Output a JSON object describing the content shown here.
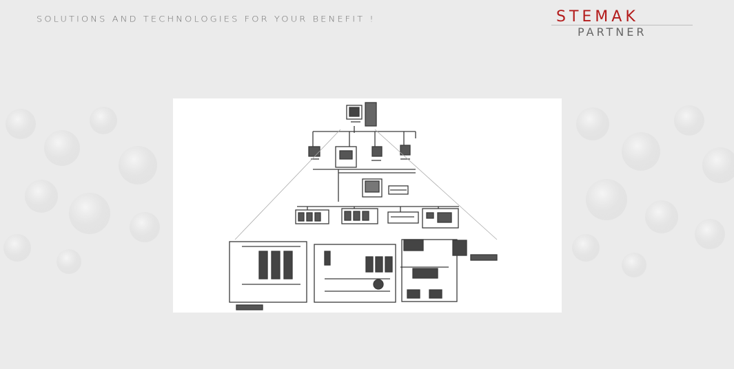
{
  "header": {
    "tagline": "SOLUTIONS AND TECHNOLOGIES FOR YOUR BENEFIT !"
  },
  "logo": {
    "brand": "STEMAK",
    "subtitle": "PARTNER",
    "brand_color": "#b31b1b"
  },
  "colors": {
    "background": "#ebebeb",
    "text": "#6f6f6f",
    "sketch_ink": "#3a3a3a"
  },
  "figure": {
    "icon": "network-hierarchy-sketch"
  }
}
